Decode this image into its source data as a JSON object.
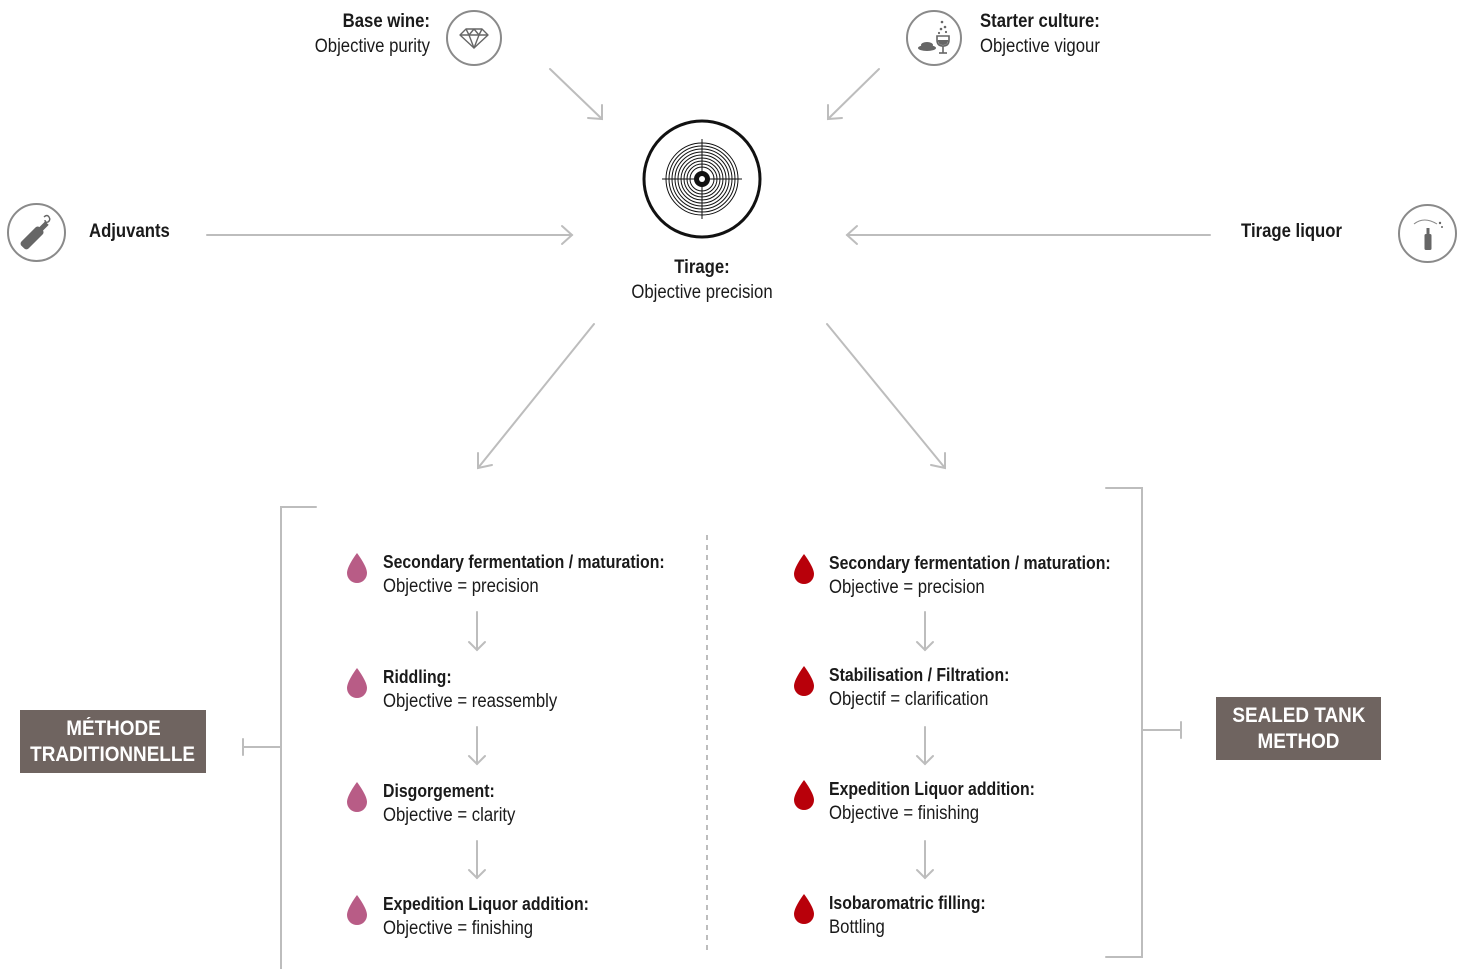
{
  "center": {
    "title": "Tirage:",
    "subtitle": "Objective precision"
  },
  "inputs": {
    "base_wine": {
      "title": "Base wine:",
      "subtitle": "Objective purity",
      "icon": "diamond-icon"
    },
    "starter_culture": {
      "title": "Starter culture:",
      "subtitle": "Objective vigour",
      "icon": "yeast-wine-glass-icon"
    },
    "adjuvants": {
      "title": "Adjuvants",
      "icon": "bottle-icon"
    },
    "tirage_liquor": {
      "title": "Tirage liquor",
      "icon": "small-bottle-icon"
    }
  },
  "methods": {
    "traditional": {
      "label_line1": "MÉTHODE",
      "label_line2": "TRADITIONNELLE",
      "drop_color": "#b85c86",
      "steps": [
        {
          "title": "Secondary fermentation / maturation:",
          "subtitle": "Objective = precision"
        },
        {
          "title": "Riddling:",
          "subtitle": "Objective = reassembly"
        },
        {
          "title": "Disgorgement:",
          "subtitle": "Objective = clarity"
        },
        {
          "title": "Expedition Liquor addition:",
          "subtitle": "Objective = finishing"
        }
      ]
    },
    "sealed_tank": {
      "label_line1": "SEALED TANK",
      "label_line2": "METHOD",
      "drop_color": "#b8000a",
      "steps": [
        {
          "title": "Secondary fermentation / maturation:",
          "subtitle": "Objective = precision"
        },
        {
          "title": "Stabilisation / Filtration:",
          "subtitle": "Objectif = clarification"
        },
        {
          "title": "Expedition Liquor addition:",
          "subtitle": "Objective = finishing"
        },
        {
          "title": "Isobaromatric filling:",
          "subtitle": "Bottling"
        }
      ]
    }
  },
  "colors": {
    "arrow": "#bdbdbd",
    "method_box": "#6f6460",
    "icon_border": "#8a8a8a"
  }
}
